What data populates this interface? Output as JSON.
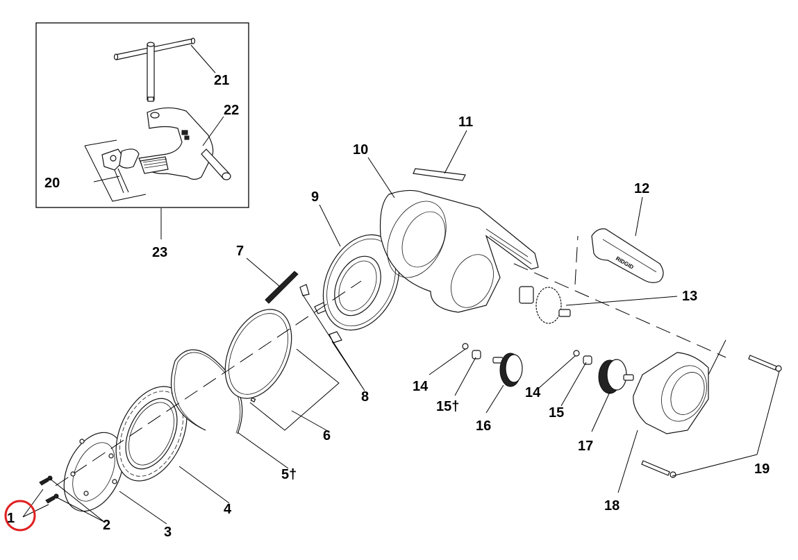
{
  "diagram": {
    "type": "exploded-parts-diagram",
    "highlight_color": "#e02020",
    "highlighted_callout": "1",
    "inset_group_label": "23",
    "callouts": [
      {
        "id": "c1",
        "text": "1",
        "part": "screw"
      },
      {
        "id": "c2",
        "text": "2",
        "part": "washer"
      },
      {
        "id": "c3",
        "text": "3",
        "part": "face-plate"
      },
      {
        "id": "c4",
        "text": "4",
        "part": "ring-gear-cover"
      },
      {
        "id": "c5",
        "text": "5†",
        "part": "retaining-ring"
      },
      {
        "id": "c6",
        "text": "6",
        "part": "ring-and-pin-set"
      },
      {
        "id": "c7",
        "text": "7",
        "part": "threaded-rod"
      },
      {
        "id": "c8",
        "text": "8",
        "part": "jaw-inserts"
      },
      {
        "id": "c9",
        "text": "9",
        "part": "ring-gear"
      },
      {
        "id": "c10",
        "text": "10",
        "part": "housing"
      },
      {
        "id": "c11",
        "text": "11",
        "part": "label-plate"
      },
      {
        "id": "c12",
        "text": "12",
        "part": "handle-grip"
      },
      {
        "id": "c13",
        "text": "13",
        "part": "drive-gear-shaft"
      },
      {
        "id": "c14a",
        "text": "14",
        "part": "nut"
      },
      {
        "id": "c15a",
        "text": "15†",
        "part": "bushing"
      },
      {
        "id": "c16",
        "text": "16",
        "part": "idler-gear"
      },
      {
        "id": "c14b",
        "text": "14",
        "part": "nut"
      },
      {
        "id": "c15b",
        "text": "15",
        "part": "bushing"
      },
      {
        "id": "c17",
        "text": "17",
        "part": "cluster-gear"
      },
      {
        "id": "c18",
        "text": "18",
        "part": "gear-case"
      },
      {
        "id": "c19",
        "text": "19",
        "part": "case-screws"
      },
      {
        "id": "c20",
        "text": "20",
        "part": "jaw-block"
      },
      {
        "id": "c21",
        "text": "21",
        "part": "t-handle"
      },
      {
        "id": "c22",
        "text": "22",
        "part": "support-arm"
      },
      {
        "id": "c23",
        "text": "23",
        "part": "support-arm-assembly"
      }
    ],
    "handle_marking": "RIDGID"
  }
}
